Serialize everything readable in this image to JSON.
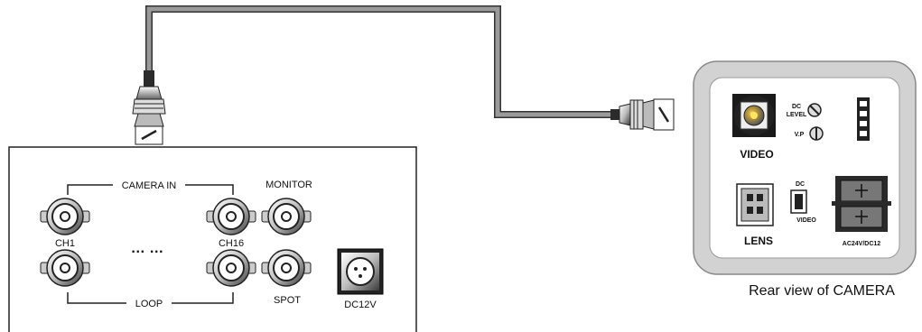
{
  "dvr_panel": {
    "camera_in_label": "CAMERA IN",
    "monitor_label": "MONITOR",
    "ch1_label": "CH1",
    "ellipsis_label": "…  …",
    "ch16_label": "CH16",
    "loop_label": "LOOP",
    "spot_label": "SPOT",
    "dc_label": "DC12V"
  },
  "camera_rear": {
    "video_label": "VIDEO",
    "dc_level_label_line1": "DC",
    "dc_level_label_line2": "LEVEL",
    "vp_label": "V.P",
    "dc_switch_label": "DC",
    "video_switch_label": "VIDEO",
    "lens_label": "LENS",
    "power_label": "AC24V/DC12",
    "caption": "Rear view of CAMERA"
  },
  "icons": [
    "bnc-connector-icon",
    "bnc-cable-plug-icon",
    "dc-jack-icon",
    "terminal-block-icon",
    "lens-connector-icon",
    "potentiometer-icon",
    "dip-switch-icon"
  ]
}
